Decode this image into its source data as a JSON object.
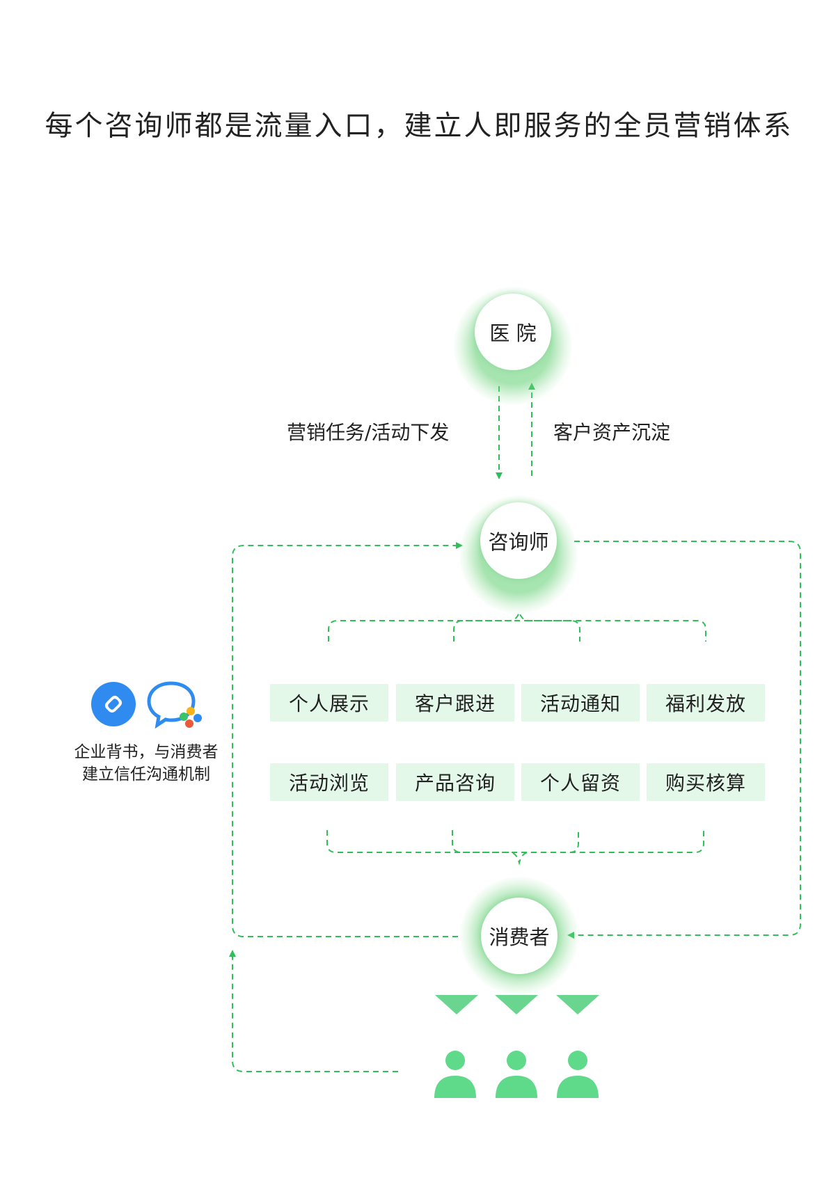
{
  "title": "每个咨询师都是流量入口，建立人即服务的全员营销体系",
  "nodes": {
    "hospital": "医 院",
    "consultant": "咨询师",
    "consumer": "消费者"
  },
  "flows": {
    "down": "营销任务/活动下发",
    "up": "客户资产沉淀"
  },
  "features": [
    "个人展示",
    "客户跟进",
    "活动通知",
    "福利发放",
    "活动浏览",
    "产品咨询",
    "个人留资",
    "购买核算"
  ],
  "trust": {
    "line1": "企业背书，与消费者",
    "line2": "建立信任沟通机制"
  },
  "colors": {
    "green": "#2fbf5a",
    "feature_bg": "#e4f8ea",
    "person": "#5fd98a",
    "blue": "#2f8bf0"
  }
}
